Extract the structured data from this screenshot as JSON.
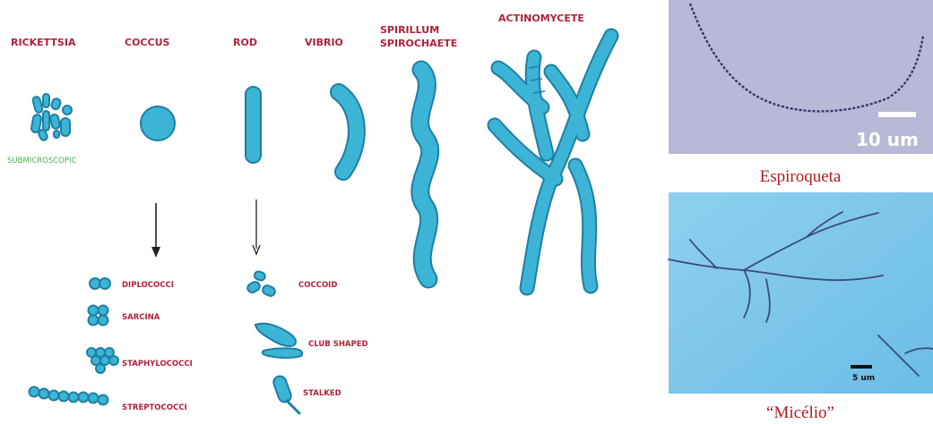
{
  "diagram": {
    "headers": {
      "rickettsia": "RICKETTSIA",
      "coccus": "COCCUS",
      "rod": "ROD",
      "vibrio": "VIBRIO",
      "spirillum_1": "SPIRILLUM",
      "spirillum_2": "SPIROCHAETE",
      "actinomycete": "ACTINOMYCETE"
    },
    "submicroscopic": "SUBMICROSCOPIC",
    "coccus_forms": [
      "DIPLOCOCCI",
      "SARCINA",
      "STAPHYLOCOCCI",
      "STREPTOCOCCI"
    ],
    "rod_forms": [
      "COCCOID",
      "CLUB SHAPED",
      "STALKED"
    ]
  },
  "photos": {
    "spirochete": {
      "scale_label": "10 um",
      "caption": "Espiroqueta"
    },
    "mycelium": {
      "scale_label": "5 um",
      "caption": "“Micélio”"
    }
  },
  "colors": {
    "bacteria_fill": "#3cb4d6",
    "bacteria_stroke": "#1e7fa3",
    "label_red": "#b0223a",
    "caption_red": "#b01c1c",
    "photo1_bg": "#b7b9d6",
    "photo2_bg": "#7fc6e8"
  }
}
